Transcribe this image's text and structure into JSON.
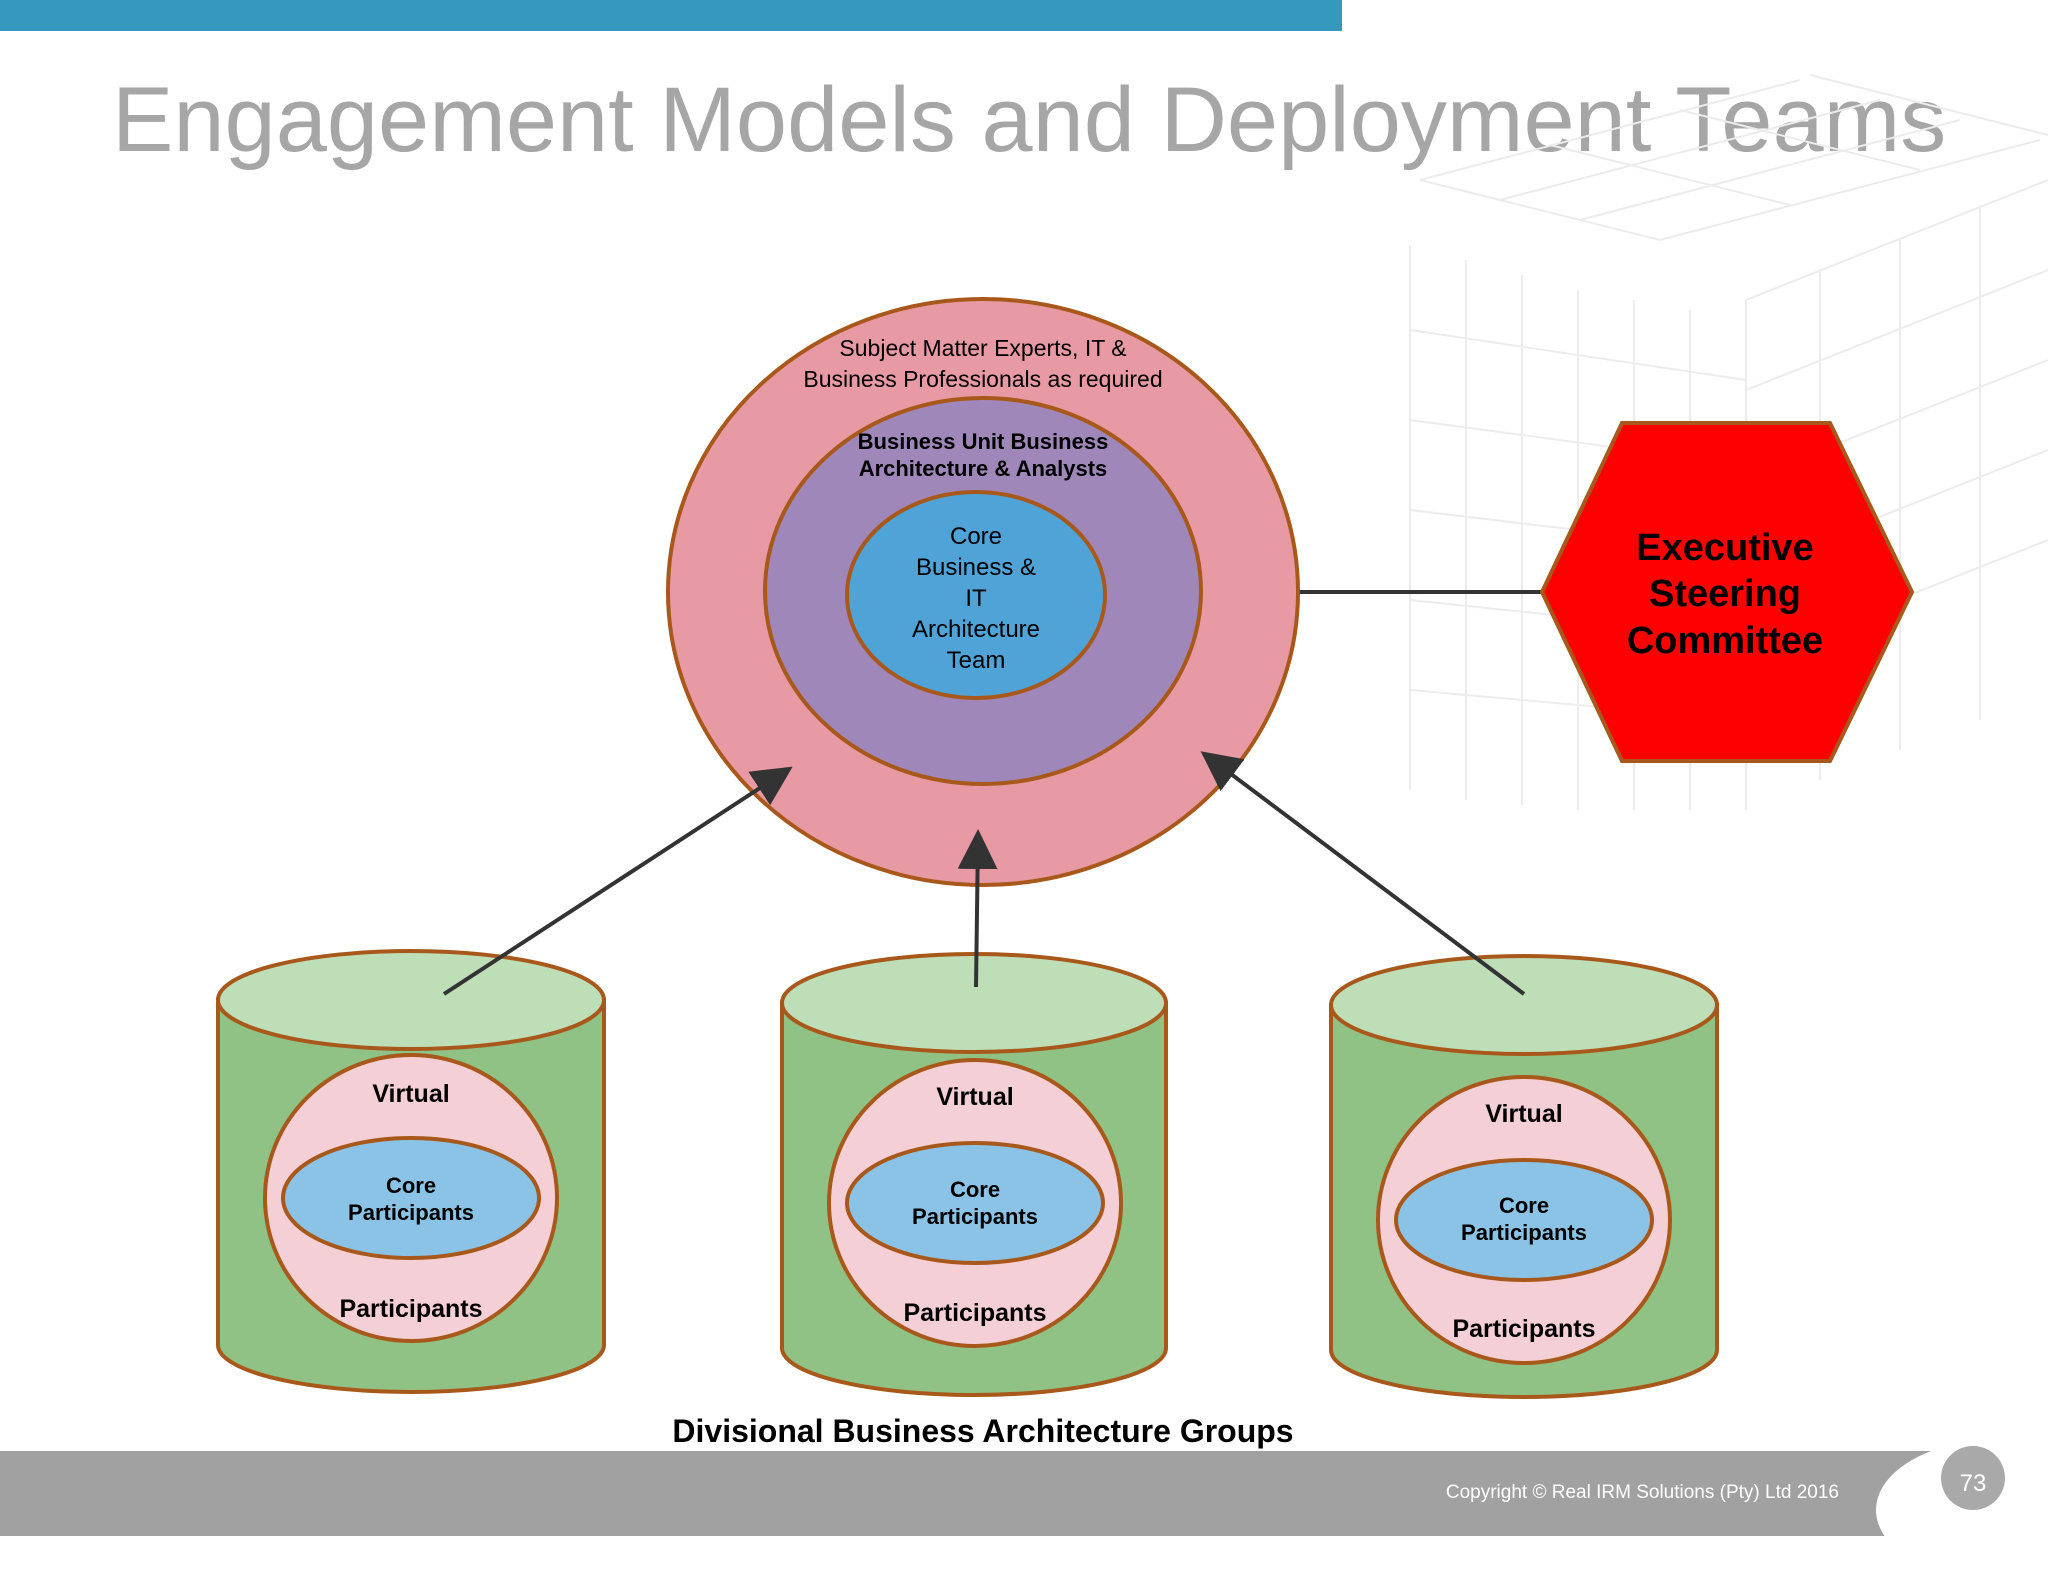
{
  "title": "Engagement Models and Deployment Teams",
  "center": {
    "outer_label_line1": "Subject Matter Experts, IT &",
    "outer_label_line2": "Business Professionals as required",
    "middle_label_line1": "Business Unit Business",
    "middle_label_line2": "Architecture & Analysts",
    "core_lines": [
      "Core",
      "Business &",
      "IT",
      "Architecture",
      "Team"
    ]
  },
  "executive": {
    "lines": [
      "Executive",
      "Steering",
      "Committee"
    ]
  },
  "groups": [
    {
      "virtual": "Virtual",
      "core_line1": "Core",
      "core_line2": "Participants",
      "participants": "Participants"
    },
    {
      "virtual": "Virtual",
      "core_line1": "Core",
      "core_line2": "Participants",
      "participants": "Participants"
    },
    {
      "virtual": "Virtual",
      "core_line1": "Core",
      "core_line2": "Participants",
      "participants": "Participants"
    }
  ],
  "groups_caption": "Divisional Business Architecture Groups",
  "footer": {
    "copyright": "Copyright © Real IRM Solutions (Pty) Ltd 2016",
    "page_number": "73"
  },
  "colors": {
    "accent_bar": "#3598bf",
    "outer_ring": "#e89aa4",
    "middle_ring": "#a087b9",
    "core": "#4fa3d6",
    "stroke": "#a8581a",
    "executive": "#ff0000",
    "cylinder_body": "#8fc284",
    "cylinder_top": "#bddeb7",
    "pink_circle": "#f5cfd6",
    "core_participants": "#8bc3e6"
  }
}
